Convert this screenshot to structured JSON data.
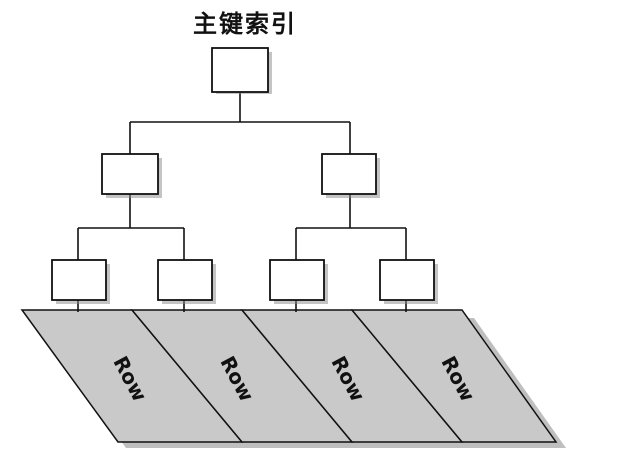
{
  "title": "主键索引",
  "colors": {
    "line": "#111111",
    "node_fill": "#ffffff",
    "row_fill": "#c9c9c9",
    "shadow": "#8a8a8a"
  },
  "tree": {
    "root": {
      "name": "root-node"
    },
    "level1": [
      {
        "name": "inner-node-left"
      },
      {
        "name": "inner-node-right"
      }
    ],
    "leaves": [
      {
        "name": "leaf-node-1"
      },
      {
        "name": "leaf-node-2"
      },
      {
        "name": "leaf-node-3"
      },
      {
        "name": "leaf-node-4"
      }
    ]
  },
  "rows": [
    {
      "label": "Row"
    },
    {
      "label": "Row"
    },
    {
      "label": "Row"
    },
    {
      "label": "Row"
    }
  ]
}
